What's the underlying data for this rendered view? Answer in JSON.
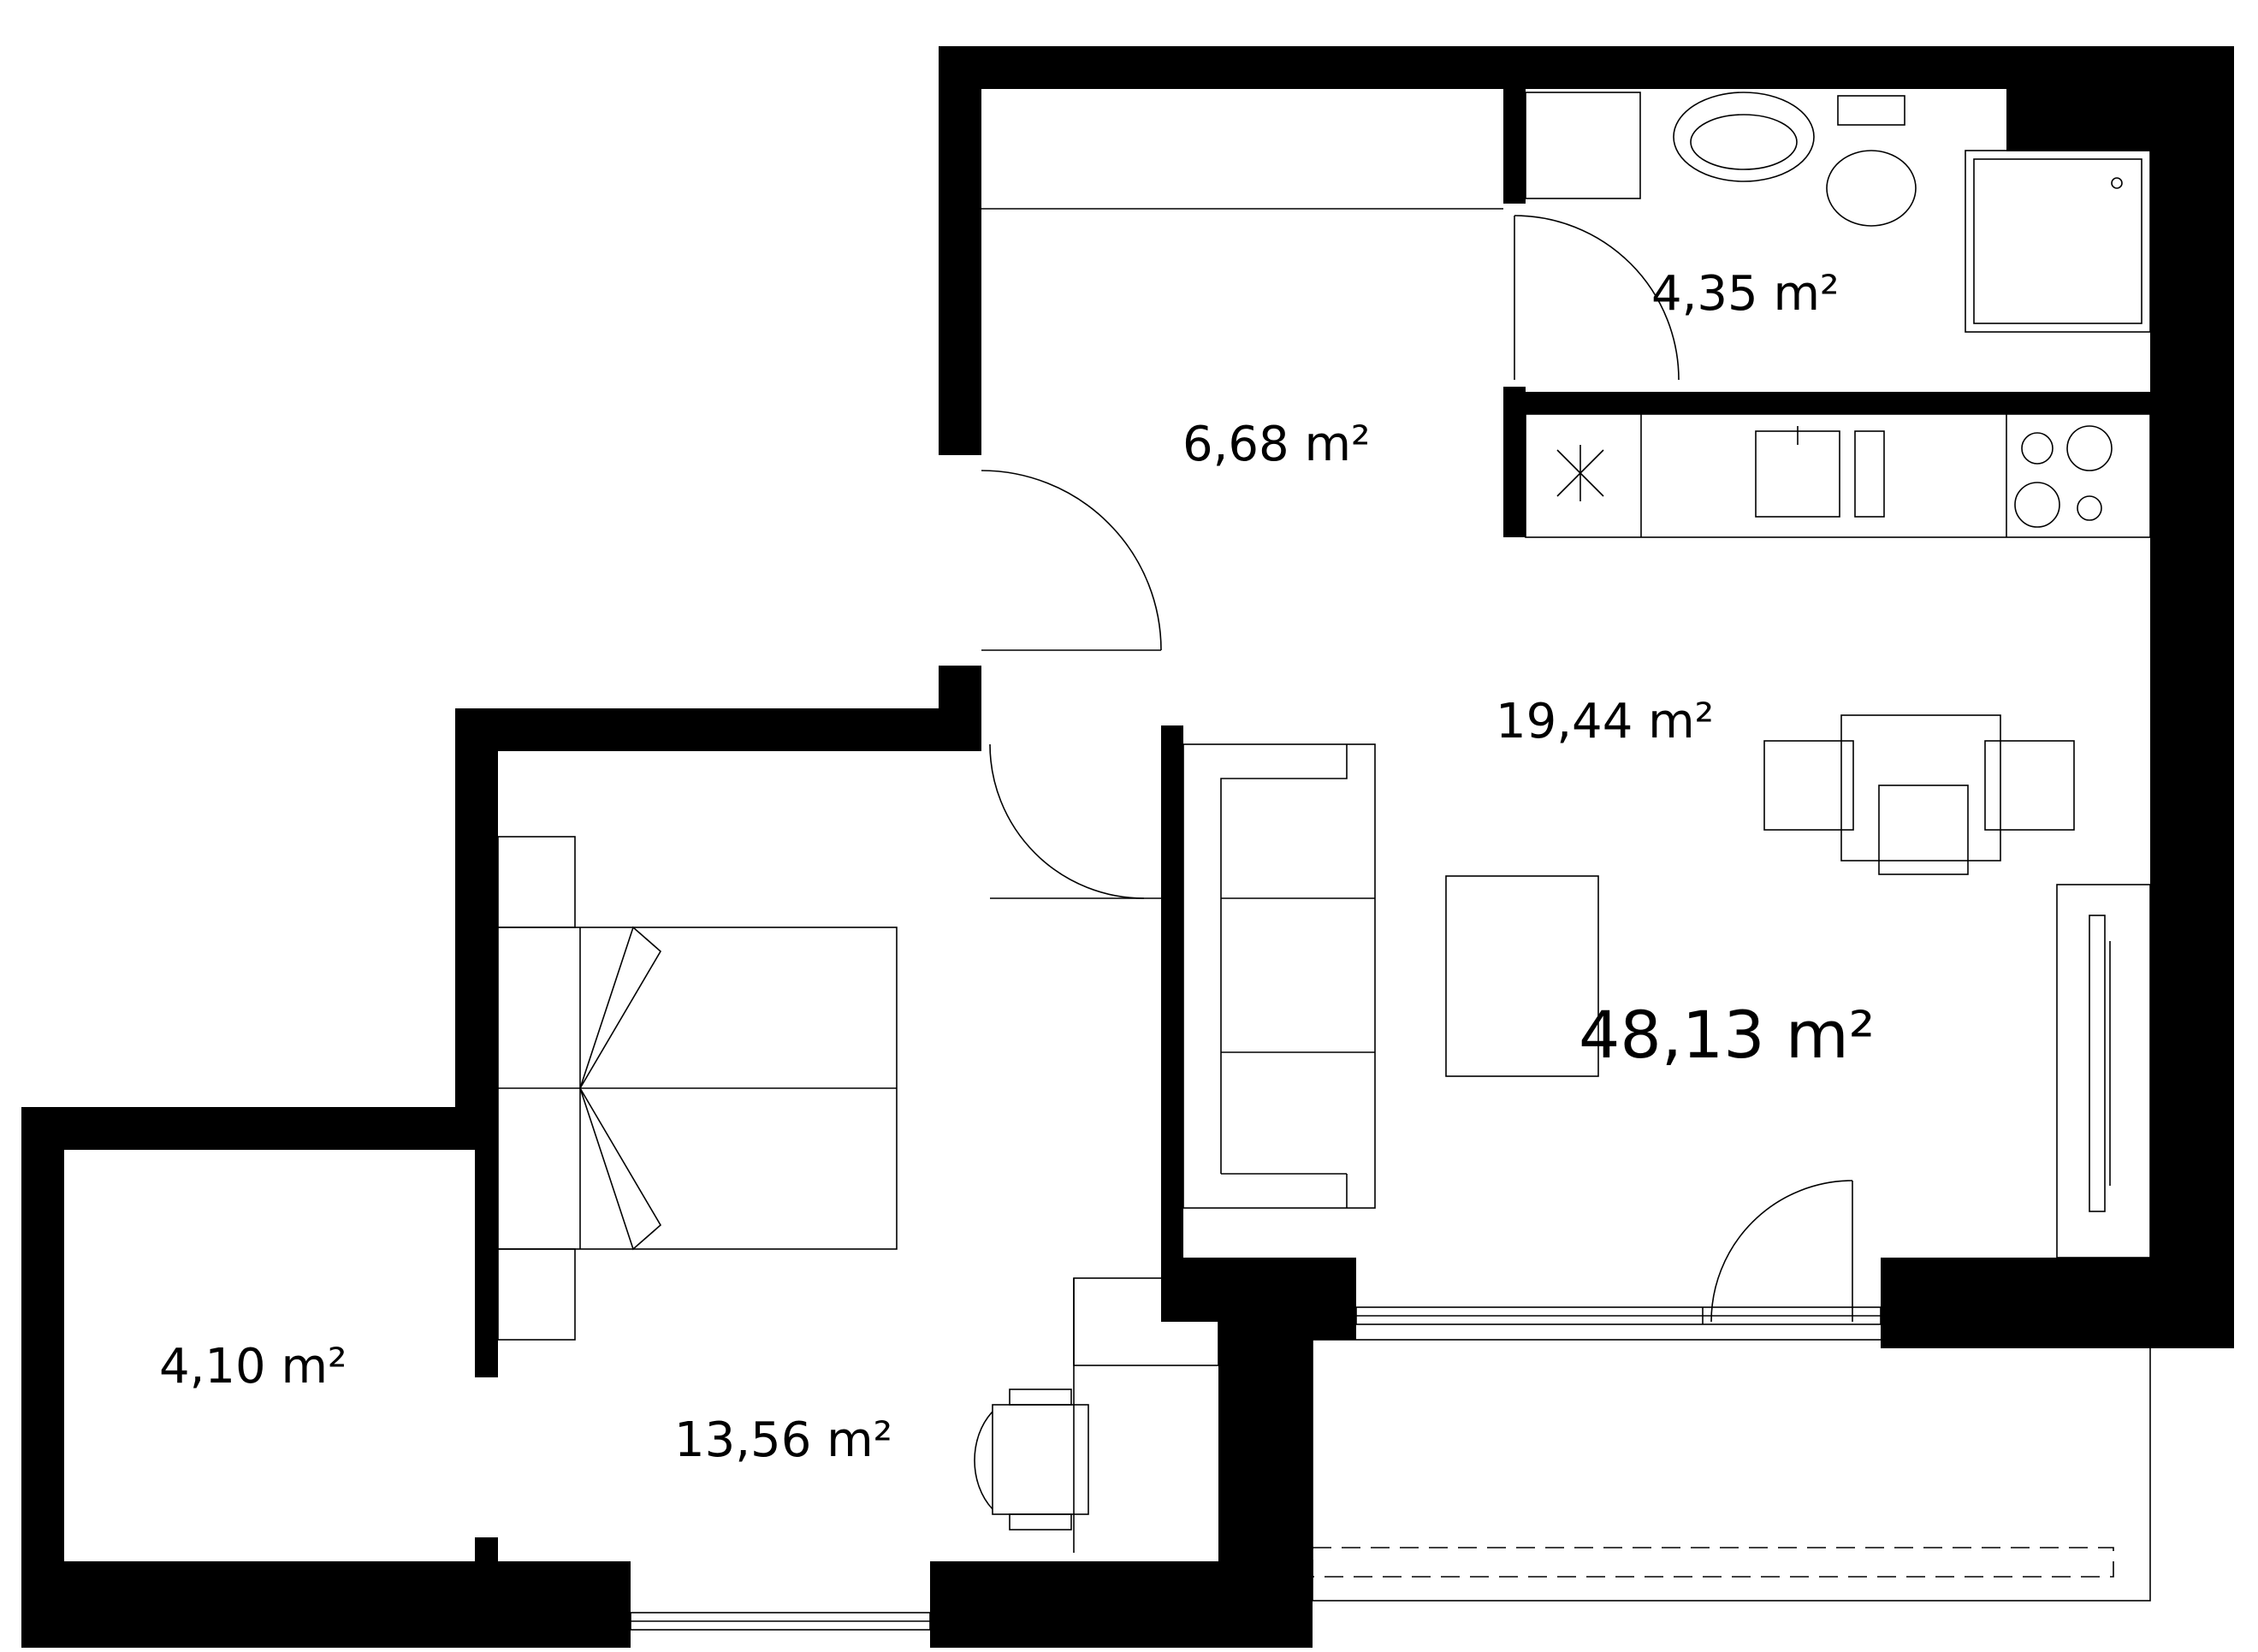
{
  "plan": {
    "total_area": "48,13 m²",
    "rooms": [
      {
        "id": "hall",
        "area": "6,68 m²"
      },
      {
        "id": "bathroom",
        "area": "4,35 m²"
      },
      {
        "id": "living-kitchen",
        "area": "19,44 m²"
      },
      {
        "id": "bedroom",
        "area": "13,56 m²"
      },
      {
        "id": "side-room",
        "area": "4,10 m²"
      }
    ]
  }
}
